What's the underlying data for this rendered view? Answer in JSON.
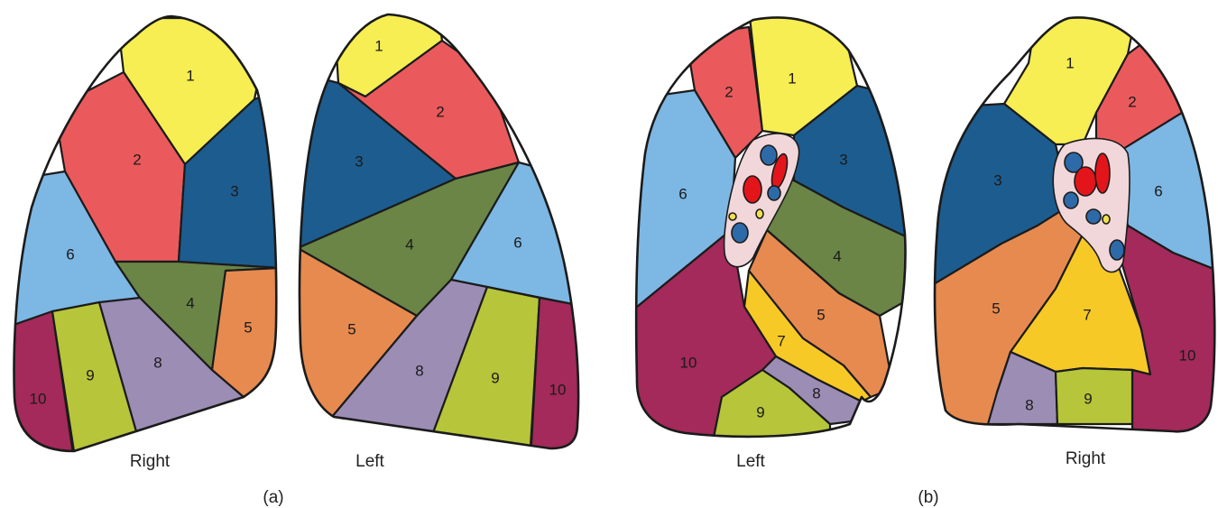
{
  "colors": {
    "seg1": "#f6ee52",
    "seg2": "#ea5a5c",
    "seg3": "#1d5c8f",
    "seg4": "#6a8546",
    "seg5": "#e68a4f",
    "seg6": "#7db7e4",
    "seg7": "#f7c927",
    "seg8": "#9c8db5",
    "seg9": "#b7c53a",
    "seg10": "#a32a5a",
    "hilum": "#f1d7da",
    "artery": "#e3151b",
    "vein": "#2e6aa8",
    "bronchus": "#f4e04a"
  },
  "panel_a": {
    "caption": "(a)",
    "right_label": "Right",
    "left_label": "Left",
    "right_lung_numbers": [
      "1",
      "2",
      "3",
      "6",
      "4",
      "5",
      "9",
      "8",
      "10"
    ],
    "left_lung_numbers": [
      "1",
      "2",
      "3",
      "4",
      "6",
      "5",
      "8",
      "9",
      "10"
    ]
  },
  "panel_b": {
    "caption": "(b)",
    "left_label": "Left",
    "right_label": "Right",
    "left_lung_numbers": [
      "2",
      "1",
      "3",
      "6",
      "4",
      "5",
      "7",
      "10",
      "8",
      "9"
    ],
    "right_lung_numbers": [
      "1",
      "2",
      "3",
      "6",
      "5",
      "7",
      "10",
      "8",
      "9"
    ]
  }
}
